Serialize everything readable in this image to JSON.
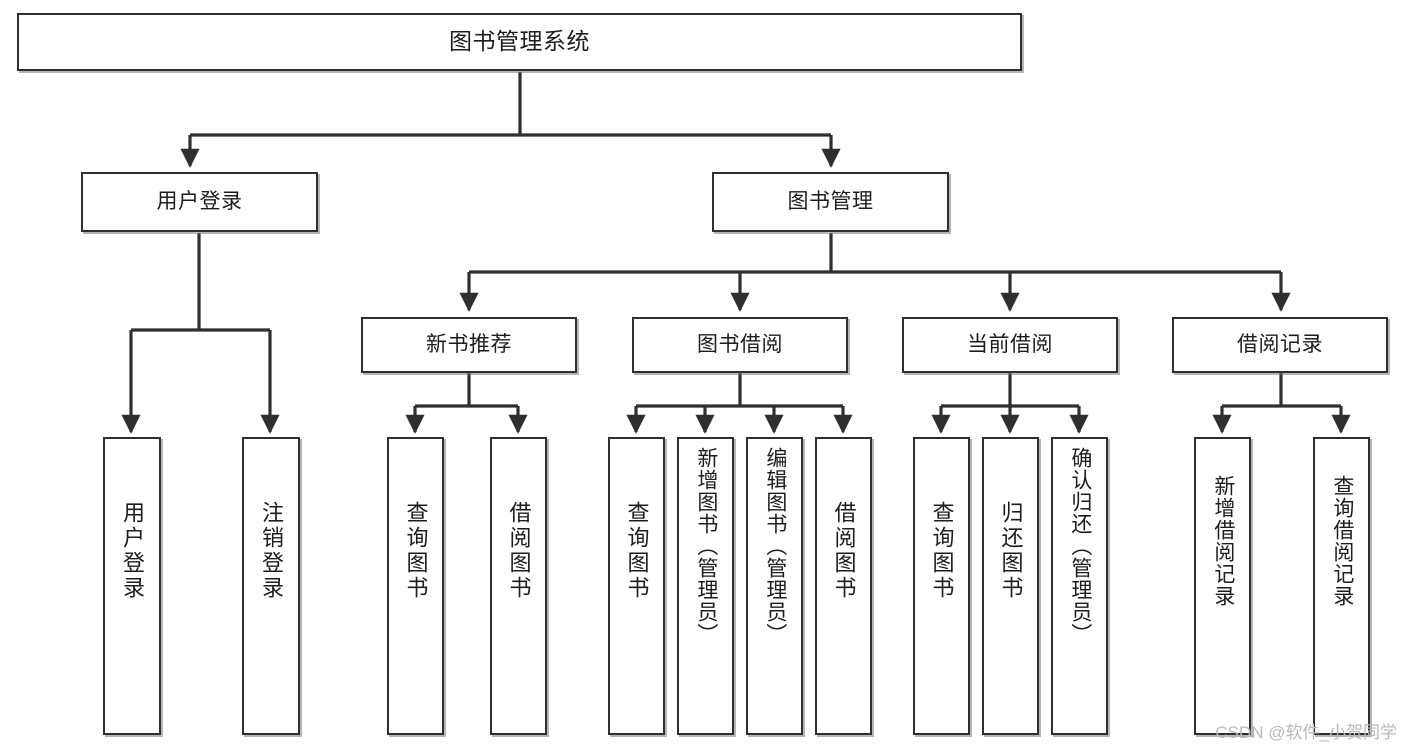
{
  "diagram": {
    "title": "图书管理系统",
    "type": "tree-hierarchy-chart",
    "stroke_color": "#2f2f2f",
    "fill_color": "#ffffff",
    "text_color": "#1d1d1d"
  },
  "watermark": {
    "text": "CSDN @软件_小贺同学"
  },
  "nodes": {
    "root": {
      "label": "图书管理系统"
    },
    "level1": [
      {
        "id": "user-login",
        "label": "用户登录"
      },
      {
        "id": "book-manage",
        "label": "图书管理"
      }
    ],
    "level2": [
      {
        "id": "new-book-recommend",
        "label": "新书推荐"
      },
      {
        "id": "book-borrow",
        "label": "图书借阅"
      },
      {
        "id": "current-borrow",
        "label": "当前借阅"
      },
      {
        "id": "borrow-record",
        "label": "借阅记录"
      }
    ],
    "leaves": [
      {
        "id": "leaf-user-login",
        "label": "用户登录"
      },
      {
        "id": "leaf-logout-login",
        "label": "注销登录"
      },
      {
        "id": "leaf-query-book-1",
        "label": "查询图书"
      },
      {
        "id": "leaf-borrow-book-1",
        "label": "借阅图书"
      },
      {
        "id": "leaf-query-book-2",
        "label": "查询图书"
      },
      {
        "id": "leaf-add-book",
        "label": "新增图书（管理员）"
      },
      {
        "id": "leaf-edit-book",
        "label": "编辑图书（管理员）"
      },
      {
        "id": "leaf-borrow-book-2",
        "label": "借阅图书"
      },
      {
        "id": "leaf-query-book-3",
        "label": "查询图书"
      },
      {
        "id": "leaf-return-book",
        "label": "归还图书"
      },
      {
        "id": "leaf-confirm-return",
        "label": "确认归还（管理员）"
      },
      {
        "id": "leaf-add-borrow-record",
        "label": "新增借阅记录"
      },
      {
        "id": "leaf-query-borrow-record",
        "label": "查询借阅记录"
      }
    ]
  }
}
